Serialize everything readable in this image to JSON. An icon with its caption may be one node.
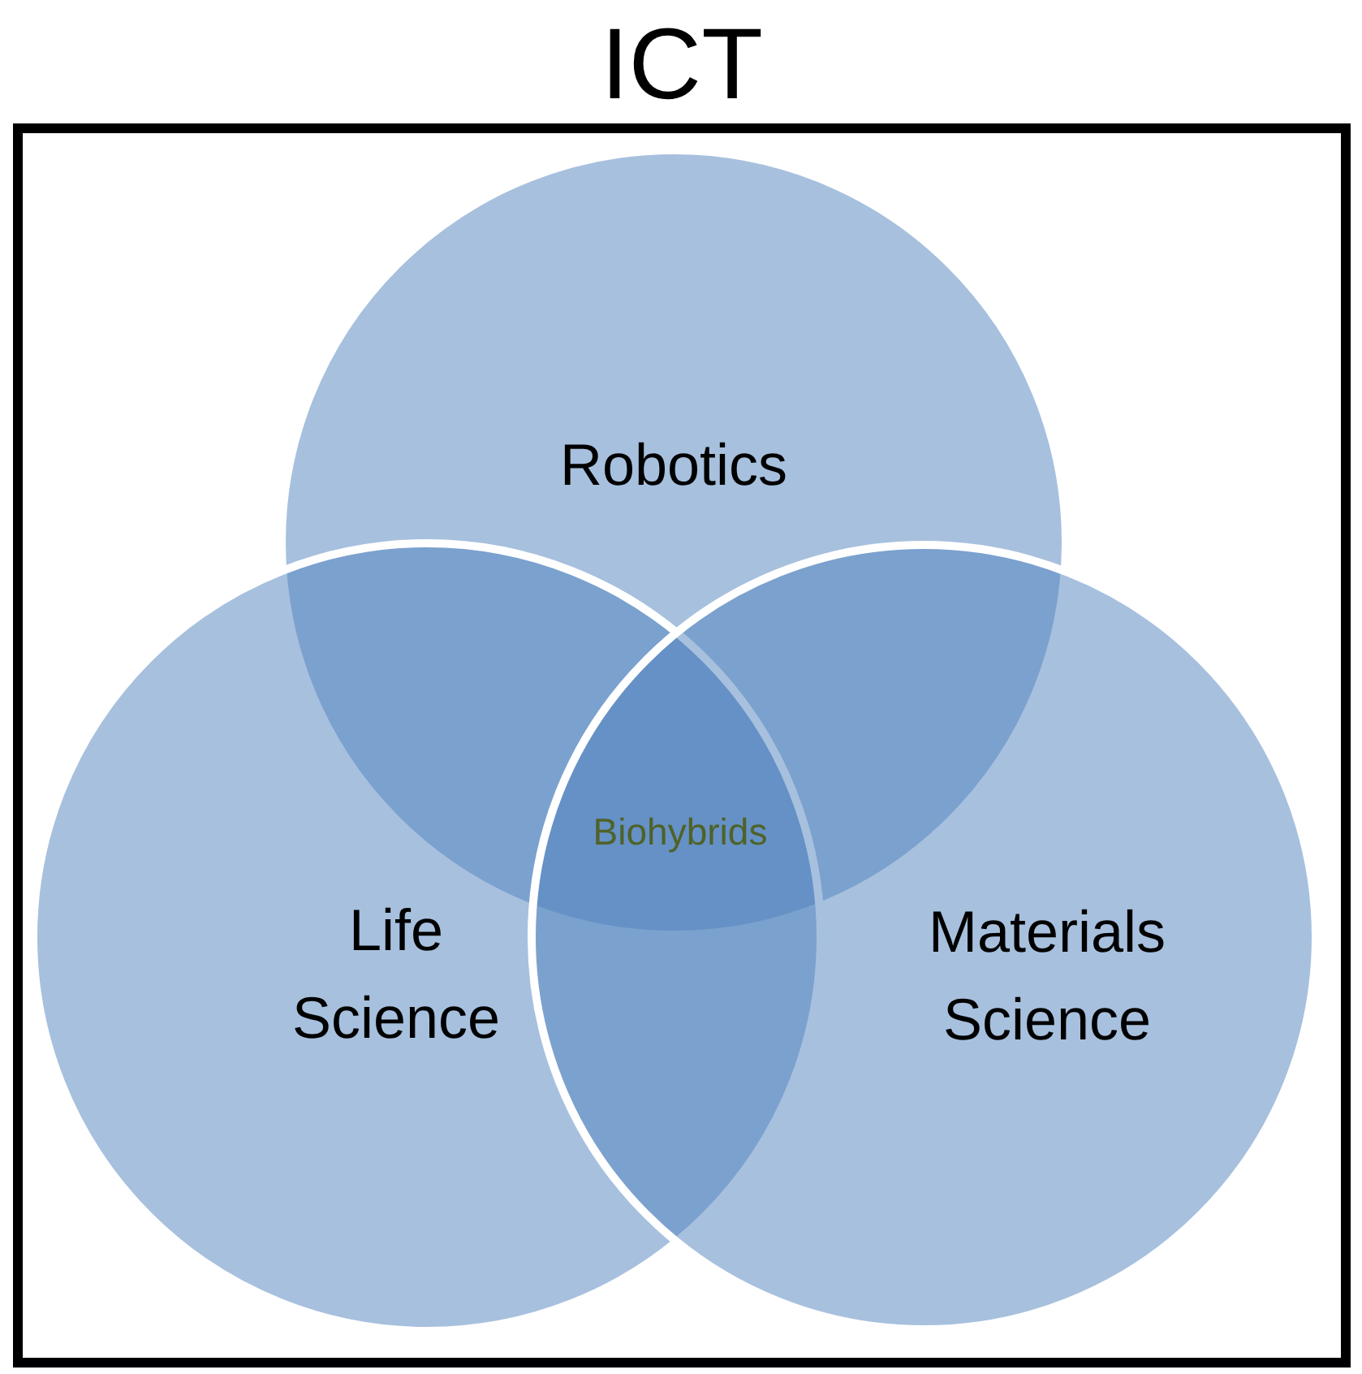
{
  "diagram": {
    "nodes": [
      {
        "text": [
          "ICT"
        ]
      },
      {
        "text": [
          "Robotics"
        ],
        "in": 0
      },
      {
        "text": [
          "Life Science"
        ],
        "in": 0
      },
      {
        "text": [
          "Materials Science"
        ],
        "in": 0
      }
    ],
    "labels": [
      "Biohybrids"
    ]
  }
}
